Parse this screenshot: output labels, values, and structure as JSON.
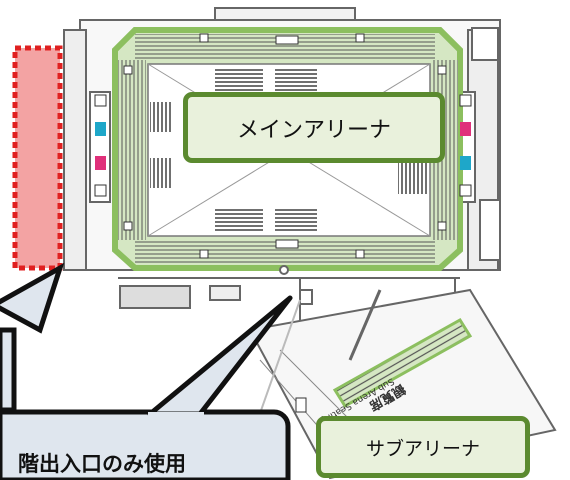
{
  "labels": {
    "main_arena": "メインアリーナ",
    "sub_arena": "サブアリーナ",
    "callout": "階出入口のみ使用",
    "sub_arena_seating_jp": "観覧席",
    "sub_arena_seating_en": "Sub Arena Seating"
  },
  "colors": {
    "seating_green": "#8cbf5f",
    "seating_fill": "#d5e7c3",
    "highlight_red": "#f3a3a3",
    "highlight_border": "#e02020",
    "label_border": "#5b8a2f",
    "label_fill": "#e9f1dc",
    "callout_fill": "#dfe6ee",
    "restroom_blue": "#1ea7c9",
    "restroom_pink": "#e0307a"
  },
  "icons": [
    "restroom-male-icon",
    "restroom-female-icon",
    "elevator-icon",
    "stairs-icon"
  ]
}
